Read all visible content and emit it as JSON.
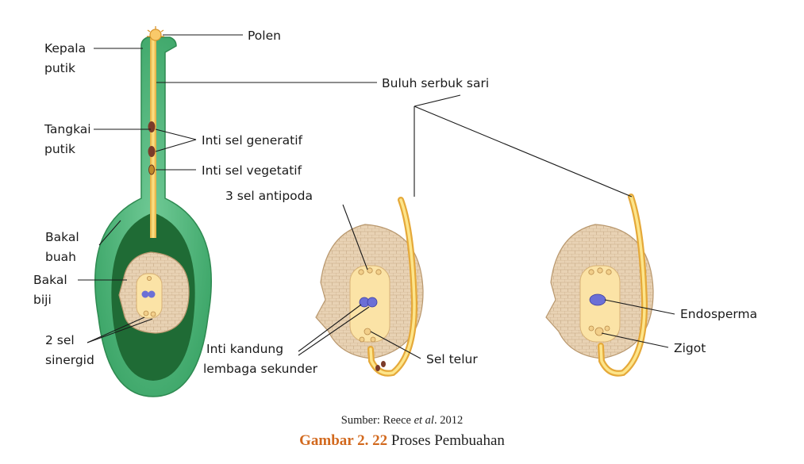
{
  "labels": {
    "polen": "Polen",
    "kepala_1": "Kepala",
    "kepala_2": "putik",
    "buluh": "Buluh serbuk sari",
    "tangkai_1": "Tangkai",
    "tangkai_2": "putik",
    "generatif": "Inti sel generatif",
    "vegetatif": "Inti sel vegetatif",
    "antipoda": "3 sel antipoda",
    "bakal_buah_1": "Bakal",
    "bakal_buah_2": "buah",
    "bakal_biji_1": "Bakal",
    "bakal_biji_2": "biji",
    "sinergid_1": "2 sel",
    "sinergid_2": "sinergid",
    "kandung_1": "Inti kandung",
    "kandung_2": "lembaga sekunder",
    "sel_telur": "Sel telur",
    "endosperma": "Endosperma",
    "zigot": "Zigot"
  },
  "caption": {
    "source_prefix": "Sumber: Reece ",
    "source_italic": "et al",
    "source_suffix": ". 2012",
    "figure_number": "Gambar 2. 22",
    "figure_title": "Proses Pembuahan"
  },
  "colors": {
    "pistil_green": "#4bb57a",
    "pistil_dark": "#1f6b35",
    "pollen_tube": "#f4c04a",
    "ovule_tan": "#e9d3b4",
    "embryo_sac": "#fbe3a6",
    "nucleus_purple": "#6b6fd6",
    "caption_accent": "#d2691e"
  }
}
